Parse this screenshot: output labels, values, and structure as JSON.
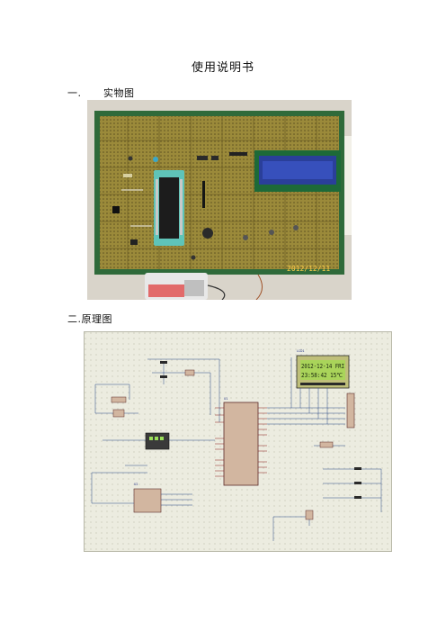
{
  "document": {
    "title": "使用说明书",
    "sections": [
      {
        "number": "一.",
        "heading": "实物图"
      },
      {
        "number": "二.",
        "heading": "原理图"
      }
    ]
  },
  "photo": {
    "date_stamp": "2012/12/11"
  },
  "schematic": {
    "lcd_label": "LCD1",
    "lcd_line1": "2012-12-14 FRI",
    "lcd_line2": "23:58:42  15℃",
    "mcu_label": "U1",
    "clock_label": "U2"
  }
}
